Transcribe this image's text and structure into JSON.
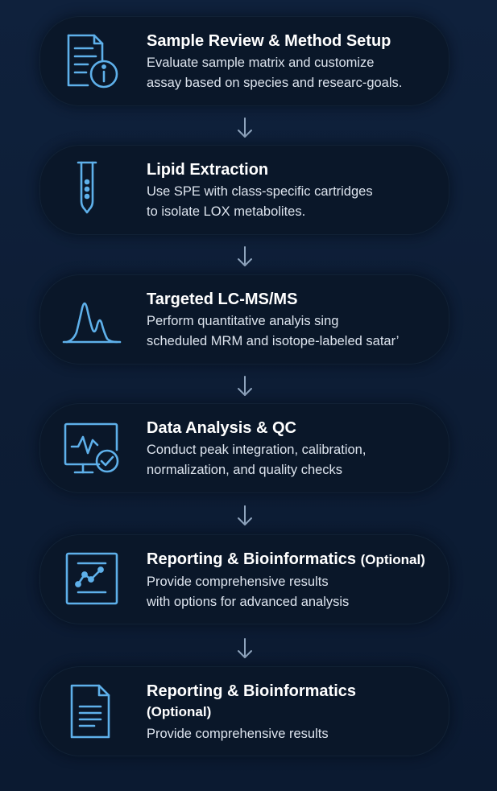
{
  "steps": [
    {
      "icon": "document-info-icon",
      "title": "Sample Review & Method Setup",
      "line1": "Evaluate sample matrix and customize",
      "line2": "assay based on species and researc-goals."
    },
    {
      "icon": "test-tube-icon",
      "title": "Lipid Extraction",
      "line1": "Use SPE with class-specific cartridges",
      "line2": "to isolate LOX metabolites."
    },
    {
      "icon": "chromatogram-peaks-icon",
      "title": "Targeted LC-MS/MS",
      "line1": "Perform quantitative analyis sing",
      "line2": "scheduled MRM and isotope-labeled satar’"
    },
    {
      "icon": "monitor-check-icon",
      "title": "Data Analysis & QC",
      "line1": "Conduct peak integration, calibration,",
      "line2": "normalization, and quality checks"
    },
    {
      "icon": "chart-report-icon",
      "title": "Reporting & Bioinformatics",
      "title_optional": "(Optional)",
      "line1": "Provide comprehensive results",
      "line2": "with options for advanced analysis"
    },
    {
      "icon": "document-lines-icon",
      "title": "Reporting & Bioinformatics",
      "title_optional": "(Optional)",
      "line1": "Provide comprehensive results"
    }
  ],
  "colors": {
    "background": "#0f213c",
    "card": "#0a1729",
    "icon_stroke": "#5eb0ea",
    "arrow": "#8fa4bd",
    "title": "#ffffff",
    "description": "#dde4ee"
  }
}
